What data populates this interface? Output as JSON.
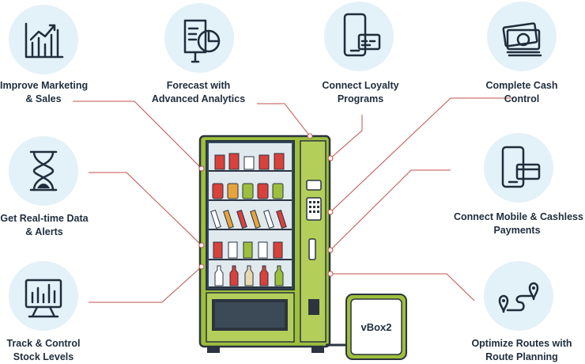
{
  "features": {
    "marketing": {
      "line1": "Improve Marketing",
      "line2": "& Sales",
      "icon": "bar-chart-icon"
    },
    "forecast": {
      "line1": "Forecast with",
      "line2": "Advanced Analytics",
      "icon": "analytics-report-icon"
    },
    "loyalty": {
      "line1": "Connect Loyalty",
      "line2": "Programs",
      "icon": "phone-card-icon"
    },
    "cash": {
      "line1": "Complete Cash",
      "line2": "Control",
      "icon": "euro-banknotes-icon"
    },
    "realtime": {
      "line1": "Get Real-time Data",
      "line2": "& Alerts",
      "icon": "hourglass-icon"
    },
    "mobile": {
      "line1": "Connect Mobile & Cashless",
      "line2": "Payments",
      "icon": "phone-credit-card-icon"
    },
    "stock": {
      "line1": "Track & Control",
      "line2": "Stock Levels",
      "icon": "stock-tablet-icon"
    },
    "routes": {
      "line1": "Optimize Routes with",
      "line2": "Route Planning",
      "icon": "route-map-pin-icon"
    }
  },
  "device": {
    "label": "vBox2"
  },
  "colors": {
    "accent_green": "#9dbf3c",
    "line_red": "#c0504d",
    "circle_bg": "#e3f1f8",
    "text_dark": "#1f2d3d"
  }
}
